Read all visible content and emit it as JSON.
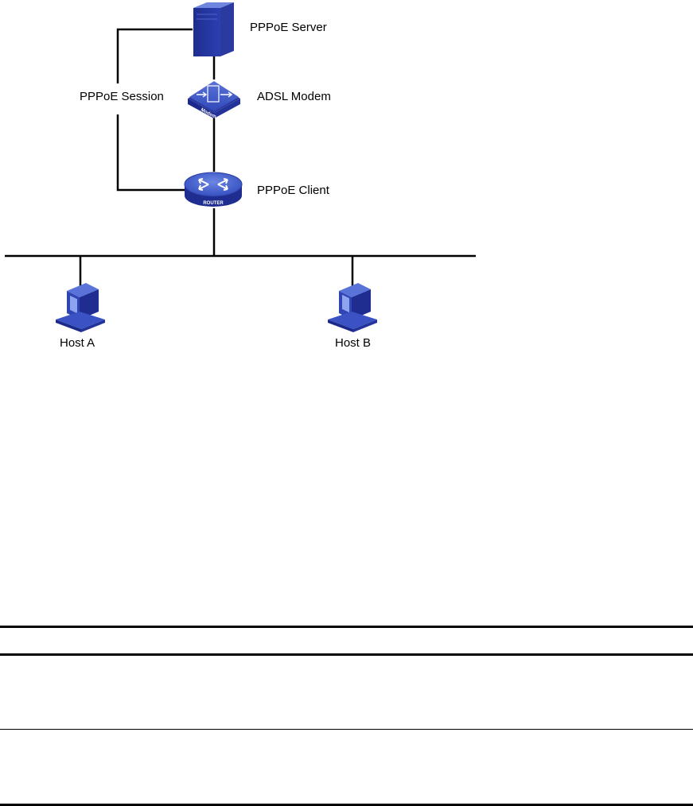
{
  "labels": {
    "pppoe_server": "PPPoE Server",
    "pppoe_session": "PPPoE Session",
    "adsl_modem": "ADSL Modem",
    "pppoe_client": "PPPoE Client",
    "host_a": "Host A",
    "host_b": "Host B"
  },
  "icon_text": {
    "modem": "Modem",
    "router": "ROUTER"
  },
  "colors": {
    "device_dark": "#1b2a8a",
    "device_mid": "#3a4fc0",
    "device_light": "#6f86e0",
    "line": "#000000"
  }
}
